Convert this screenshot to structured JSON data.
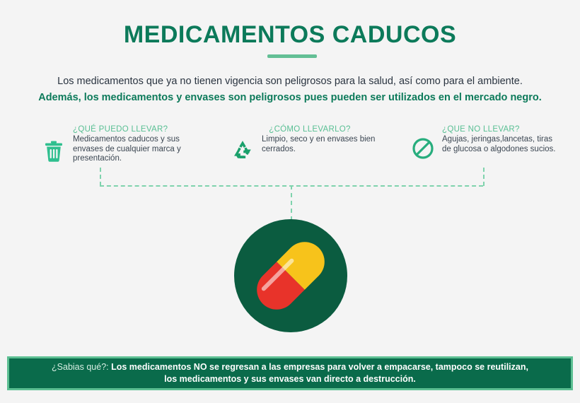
{
  "header": {
    "title": "MEDICAMENTOS CADUCOS"
  },
  "intro": {
    "line1": "Los medicamentos que ya no tienen vigencia son peligrosos para la salud, así como para el ambiente.",
    "line2": "Además, los medicamentos y envases son peligrosos pues pueden ser utilizados en el mercado negro."
  },
  "columns": [
    {
      "icon": "trash-can-icon",
      "heading": "¿QUÉ PUEDO LLEVAR?",
      "body": "Medicamentos caducos y sus envases de cualquier marca y presentación."
    },
    {
      "icon": "recycle-icon",
      "heading": "¿CÓMO LLEVARLO?",
      "body": "Limpio, seco y en envases bien cerrados."
    },
    {
      "icon": "prohibition-icon",
      "heading": "¿QUE NO LLEVAR?",
      "body": "Agujas, jeringas,lancetas, tiras de glucosa o algodones sucios."
    }
  ],
  "center": {
    "icon": "pill-capsule-icon"
  },
  "banner": {
    "lead": "¿Sabias qué?:",
    "line1": " Los medicamentos NO se regresan a las empresas para volver a empacarse, tampoco se reutilizan,",
    "line2": "los medicamentos y sus envases van directo a destrucción."
  },
  "colors": {
    "background": "#f4f4f4",
    "title_green": "#0c7a5a",
    "accent_light_green": "#63bf95",
    "heading_green": "#58bf93",
    "body_text": "#3b4652",
    "circle_dark_green": "#0b5c40",
    "banner_fill": "#0a6b4b",
    "banner_border": "#5cbf92",
    "pill_red": "#e8332a",
    "pill_yellow": "#f7c31b",
    "connector_dash": "#7fd3ad"
  }
}
